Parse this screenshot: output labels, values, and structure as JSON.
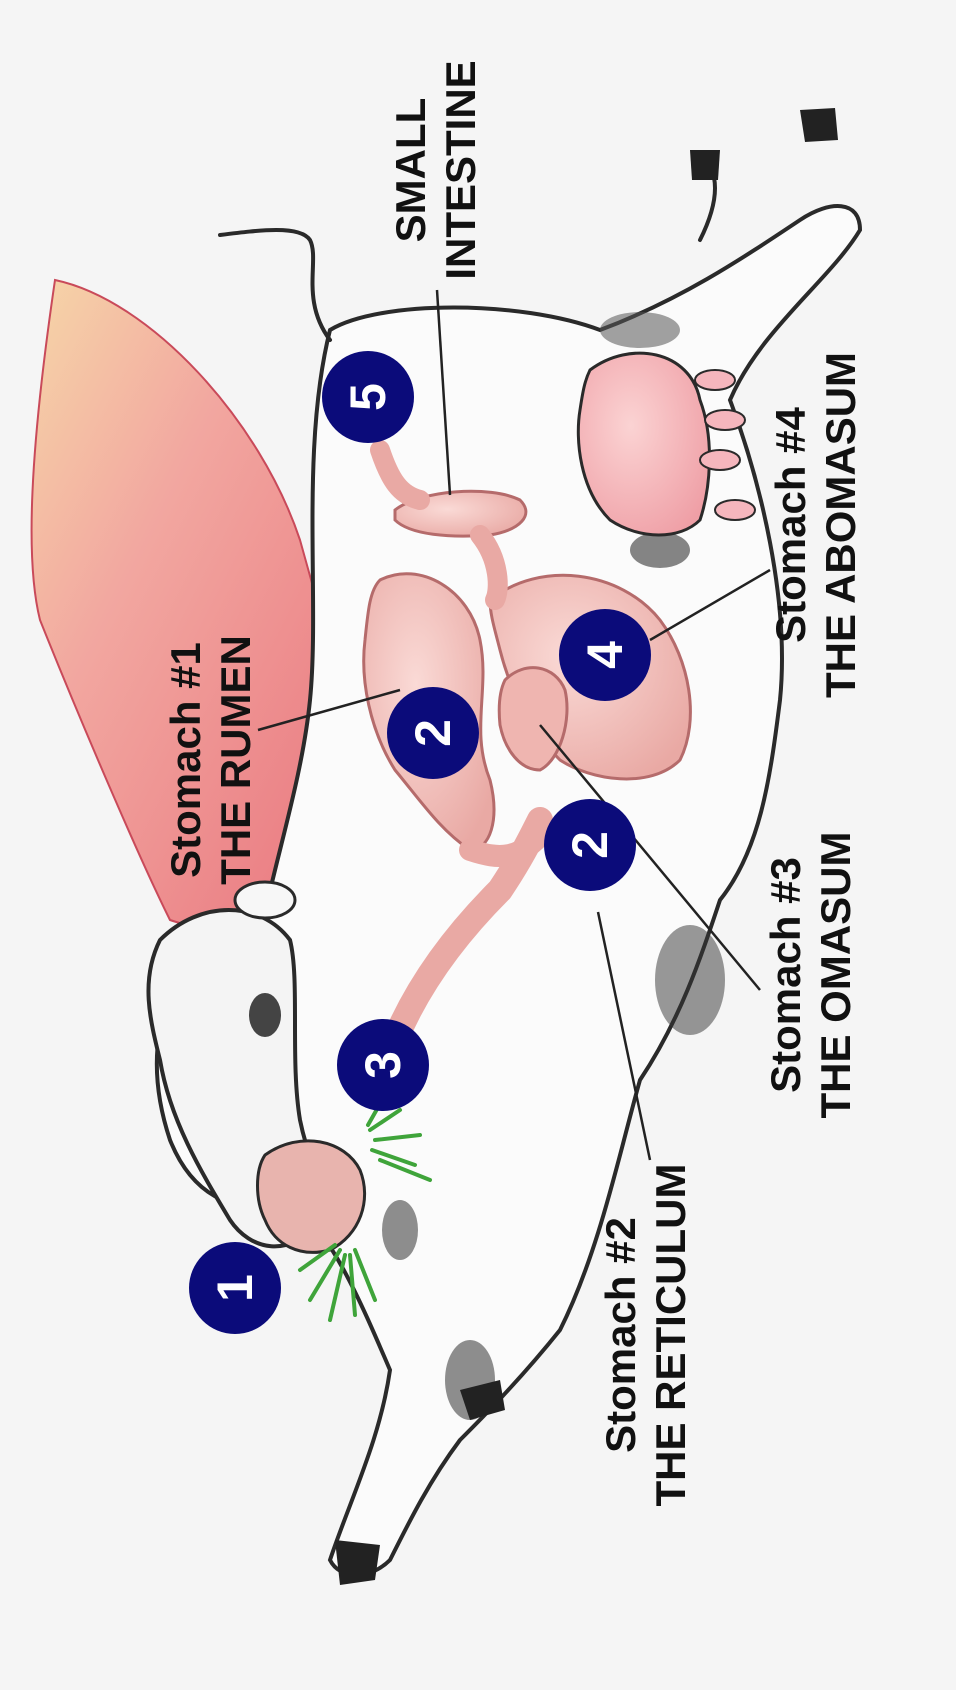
{
  "labels": {
    "stomach1_line1": "Stomach #1",
    "stomach1_line2": "THE RUMEN",
    "stomach2_line1": "Stomach #2",
    "stomach2_line2": "THE RETICULUM",
    "stomach3_line1": "Stomach #3",
    "stomach3_line2": "THE OMASUM",
    "stomach4_line1": "Stomach #4",
    "stomach4_line2": "THE ABOMASUM",
    "intestine_line1": "SMALL",
    "intestine_line2": "INTESTINE"
  },
  "steps": {
    "s1": "1",
    "s2a": "2",
    "s2b": "2",
    "s3": "3",
    "s4": "4",
    "s5": "5"
  },
  "colors": {
    "badge": "#0b0b7a",
    "organ": "#f0b8b4",
    "rumen_tint": "#e8707a",
    "grass": "#3fa43a"
  }
}
